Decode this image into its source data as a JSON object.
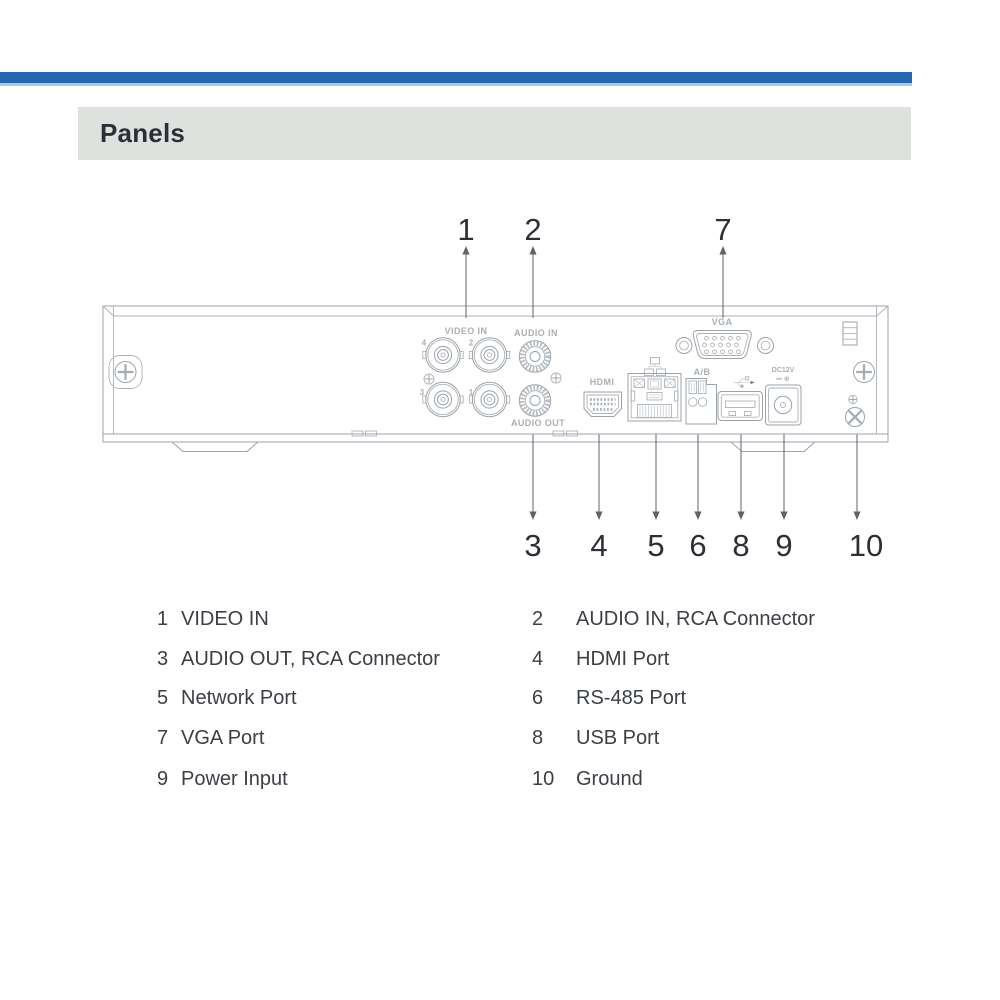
{
  "colors": {
    "accent_blue": "#2368b0",
    "accent_blue_light": "#aec9e8",
    "banner_bg": "#dde2df",
    "line_art_gray": "#9ba2a8",
    "text_dark": "#2c3036"
  },
  "header": {
    "title": "Panels"
  },
  "diagram": {
    "port_labels": {
      "video_in": "VIDEO IN",
      "audio_in": "AUDIO IN",
      "audio_out": "AUDIO OUT",
      "hdmi": "HDMI",
      "rs485": "A/B",
      "vga": "VGA",
      "power": "DC12V",
      "power_polarity": "⎓ ⊕"
    },
    "bnc_numbers": {
      "top_left": "4",
      "top_right": "2",
      "bottom_left": "3",
      "bottom_right": "1"
    },
    "callouts": {
      "top": [
        {
          "num": "1"
        },
        {
          "num": "2"
        },
        {
          "num": "7"
        }
      ],
      "bottom": [
        {
          "num": "3"
        },
        {
          "num": "4"
        },
        {
          "num": "5"
        },
        {
          "num": "6"
        },
        {
          "num": "8"
        },
        {
          "num": "9"
        },
        {
          "num": "10"
        }
      ]
    }
  },
  "legend": {
    "left": [
      {
        "num": "1",
        "label": "VIDEO IN"
      },
      {
        "num": "3",
        "label": "AUDIO OUT, RCA Connector"
      },
      {
        "num": "5",
        "label": "Network Port"
      },
      {
        "num": "7",
        "label": "VGA Port"
      },
      {
        "num": "9",
        "label": "Power Input"
      }
    ],
    "right": [
      {
        "num": "2",
        "label": "AUDIO IN, RCA Connector"
      },
      {
        "num": "4",
        "label": "HDMI Port"
      },
      {
        "num": "6",
        "label": "RS-485 Port"
      },
      {
        "num": "8",
        "label": "USB Port"
      },
      {
        "num": "10",
        "label": "Ground"
      }
    ]
  }
}
